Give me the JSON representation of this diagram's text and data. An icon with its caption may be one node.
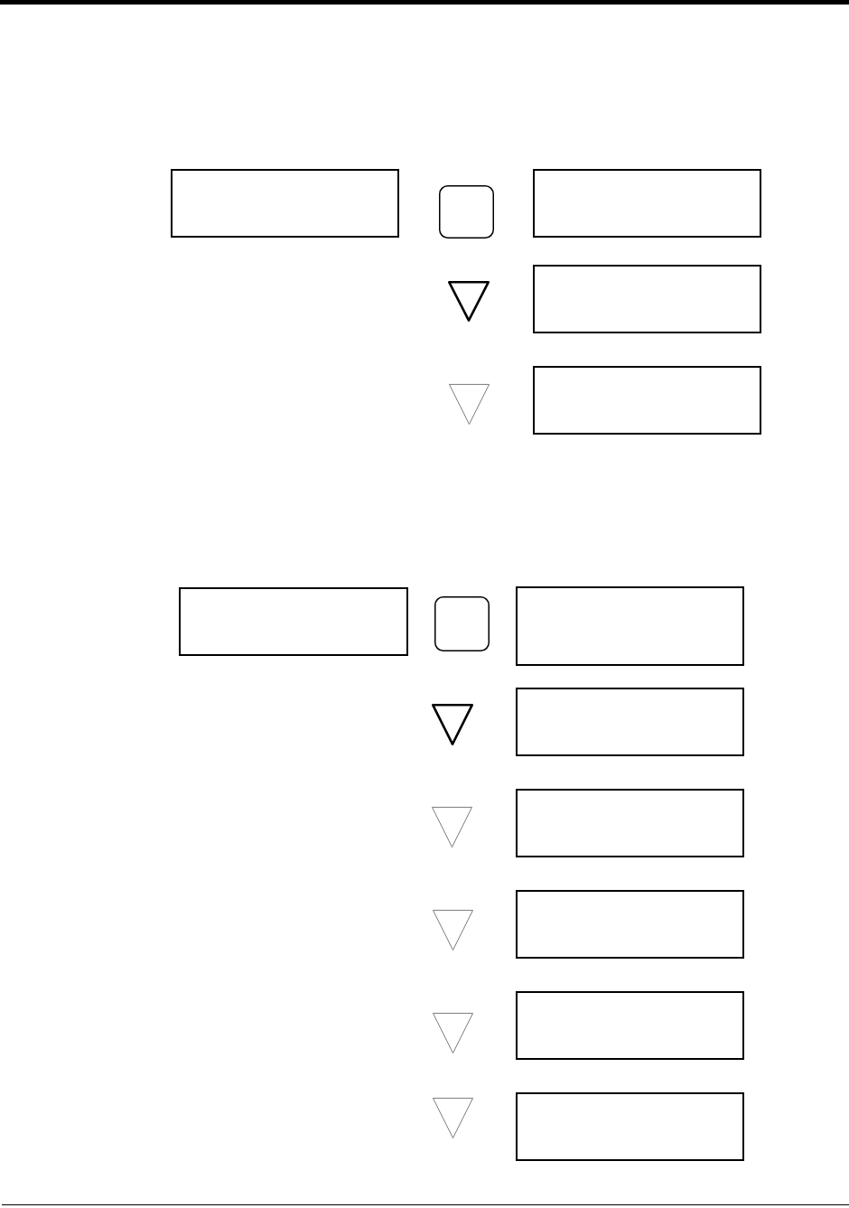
{
  "diagram": {
    "nodes": [
      {
        "text": [],
        "shape": "box"
      },
      {
        "text": [],
        "shape": "square"
      },
      {
        "text": [],
        "shape": "box"
      },
      {
        "text": [],
        "shape": "triangle"
      },
      {
        "text": [],
        "shape": "box"
      },
      {
        "text": [],
        "shape": "triangle"
      },
      {
        "text": [],
        "shape": "box"
      },
      {
        "text": [],
        "shape": "box"
      },
      {
        "text": [],
        "shape": "square"
      },
      {
        "text": [],
        "shape": "box"
      },
      {
        "text": [],
        "shape": "triangle"
      },
      {
        "text": [],
        "shape": "box"
      },
      {
        "text": [],
        "shape": "triangle"
      },
      {
        "text": [],
        "shape": "box"
      },
      {
        "text": [],
        "shape": "triangle"
      },
      {
        "text": [],
        "shape": "box"
      },
      {
        "text": [],
        "shape": "triangle"
      },
      {
        "text": [],
        "shape": "box"
      },
      {
        "text": [],
        "shape": "triangle"
      },
      {
        "text": [],
        "shape": "box"
      }
    ]
  }
}
